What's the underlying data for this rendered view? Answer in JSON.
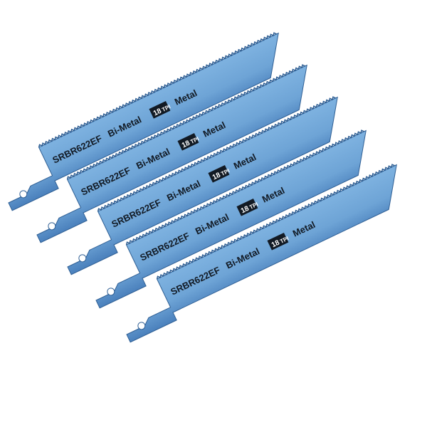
{
  "product": {
    "blade_count": 5,
    "colors": {
      "blade_top": "#7eb2e0",
      "blade_mid": "#6ea4d6",
      "blade_bottom": "#4a80bc",
      "edge": "#2f5f94",
      "text": "#121a24",
      "background": "#ffffff"
    },
    "label": {
      "model": "SRBR622EF",
      "material": "Bi-Metal",
      "tpi_value": "18",
      "tpi_unit": "TPI",
      "use": "Metal"
    }
  }
}
